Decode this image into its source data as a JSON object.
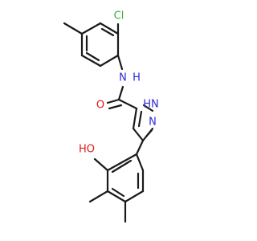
{
  "molecule": {
    "atoms": {
      "chlorine": "Cl",
      "amide_nitrogen": "N",
      "amide_hydrogen": "H",
      "carbonyl_oxygen": "O",
      "pyrazole_nh": "HN",
      "pyrazole_n": "N",
      "hydroxyl": "HO"
    },
    "colors": {
      "carbon_bond": "#1a1a1a",
      "chlorine": "#33b233",
      "nitrogen": "#2b2bd9",
      "oxygen": "#e01818"
    }
  }
}
